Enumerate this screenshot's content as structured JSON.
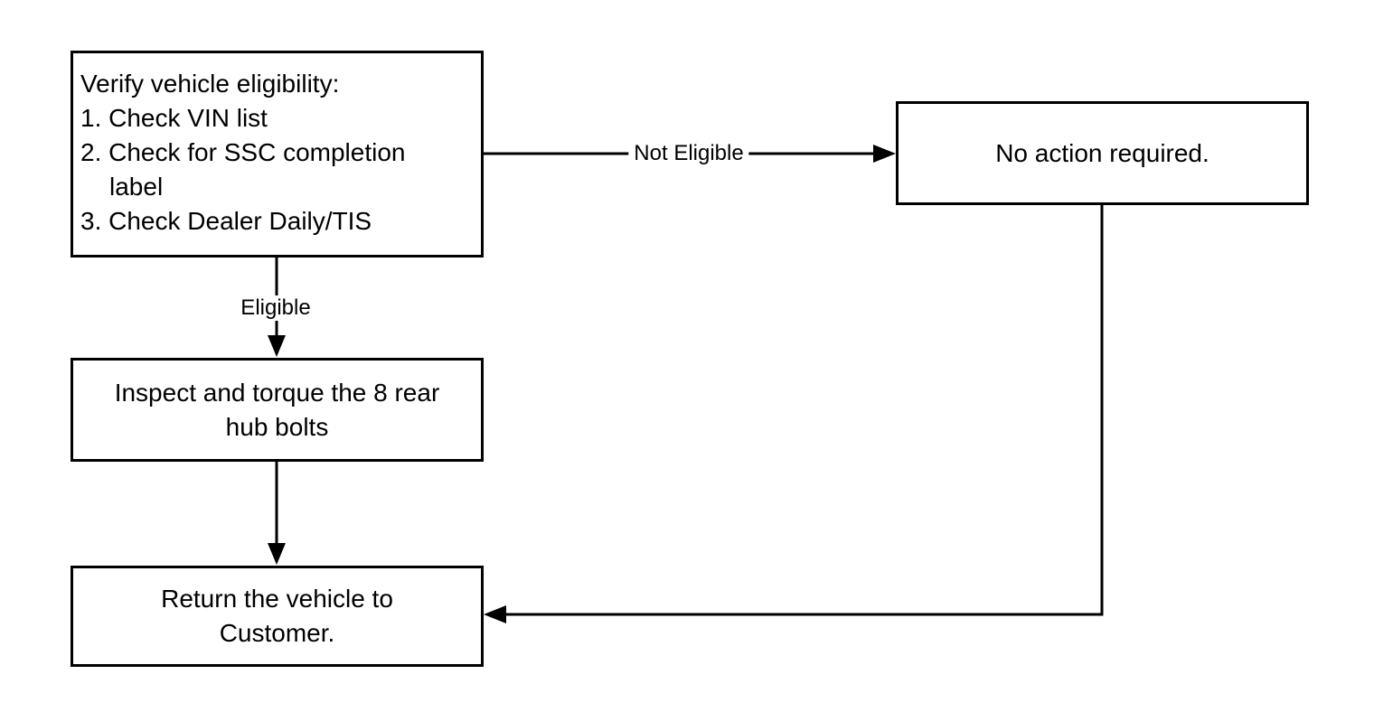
{
  "page": {
    "background": "#ffffff",
    "line_color": "#000000"
  },
  "nodes": {
    "verify": {
      "lines": [
        "Verify vehicle eligibility:",
        "1. Check VIN list",
        "2. Check for SSC completion",
        "label",
        "3. Check Dealer Daily/TIS"
      ]
    },
    "no_action": {
      "lines": [
        "No action required."
      ]
    },
    "inspect": {
      "lines": [
        "Inspect and torque the 8 rear",
        "hub bolts"
      ]
    },
    "return": {
      "lines": [
        "Return the vehicle to",
        "Customer."
      ]
    }
  },
  "edges": {
    "not_eligible": {
      "label": "Not Eligible"
    },
    "eligible": {
      "label": "Eligible"
    }
  }
}
